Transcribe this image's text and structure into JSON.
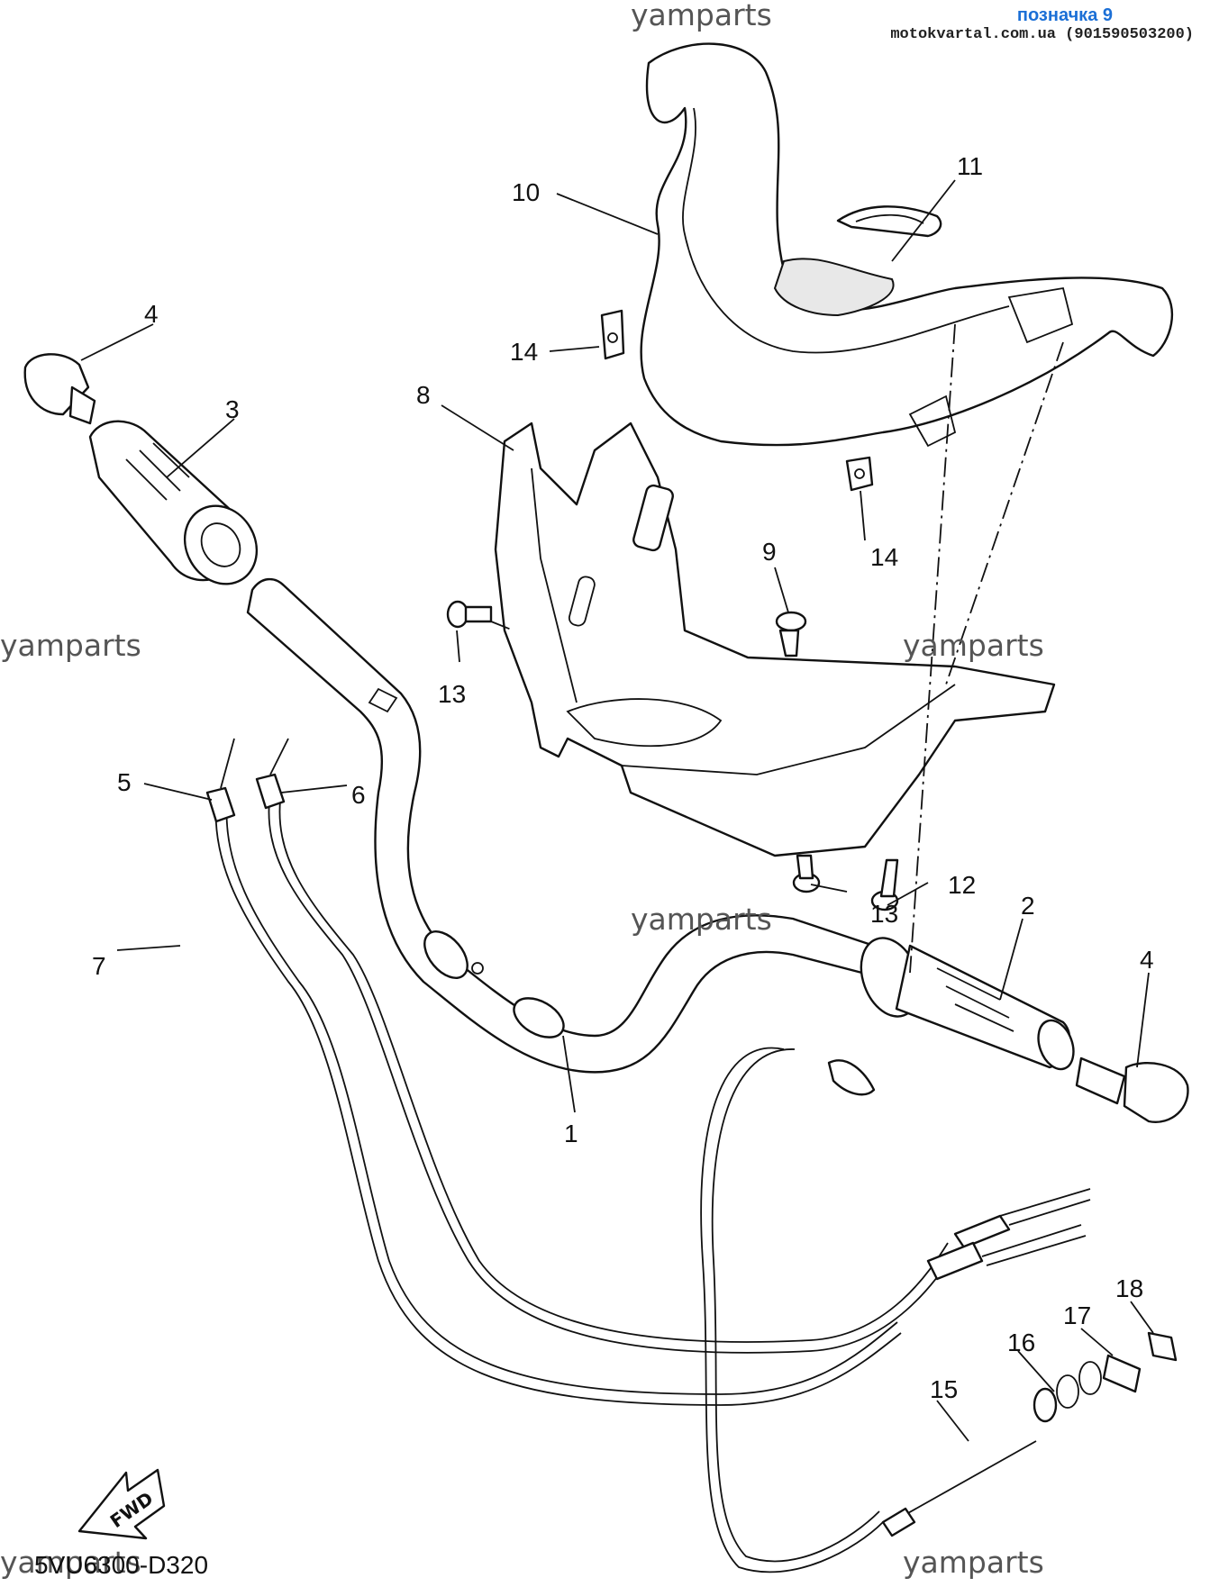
{
  "header": {
    "tag_title": "позначка 9",
    "tag_source": "motokvartal.com.ua (901590503200)"
  },
  "watermarks": [
    "yamparts",
    "yamparts",
    "yamparts",
    "yamparts",
    "yamparts",
    "yamparts"
  ],
  "diagram_code": "5VU6300-D320",
  "fwd_label": "FWD",
  "callouts": [
    "1",
    "2",
    "3",
    "4",
    "4",
    "5",
    "6",
    "7",
    "8",
    "9",
    "10",
    "11",
    "12",
    "13",
    "13",
    "14",
    "14",
    "15",
    "16",
    "17",
    "18"
  ]
}
